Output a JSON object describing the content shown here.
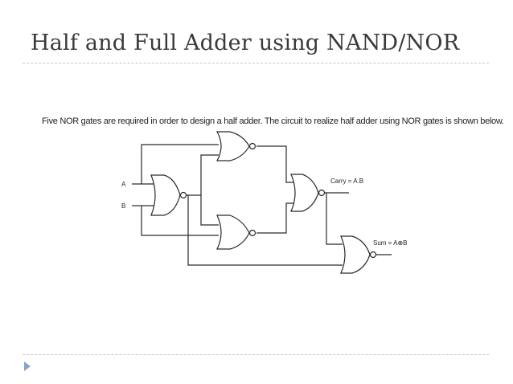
{
  "slide": {
    "title": "Half and Full Adder using NAND/NOR",
    "caption": "Five NOR gates are required in order to design a half adder. The circuit to realize half adder using NOR gates is shown below."
  },
  "circuit": {
    "input_a_label": "A",
    "input_b_label": "B",
    "carry_label": "Carry = A.B",
    "sum_label": "Sum = A⊕B"
  },
  "colors": {
    "bullet": "#8aa5c4",
    "rule": "#c6c6c6"
  },
  "icons": {
    "bullet": "triangle-bullet-icon"
  }
}
